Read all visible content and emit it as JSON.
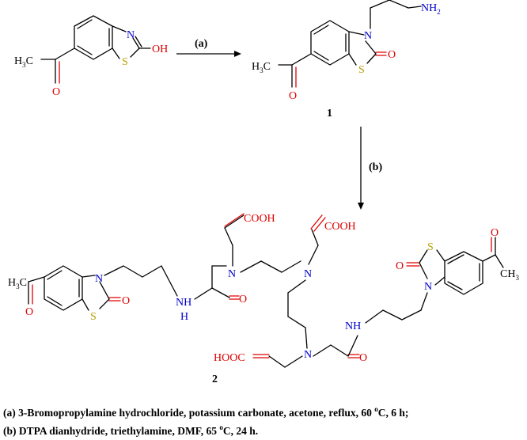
{
  "reagent_a": "(a)",
  "reagent_b": "(b)",
  "compound_1_number": "1",
  "compound_2_number": "2",
  "atoms": {
    "N": "N",
    "NH2": "NH",
    "H2_sub": "2",
    "O": "O",
    "OH": "OH",
    "S": "S",
    "H3C": "H",
    "H3C_sub": "3",
    "H3C_c": "C",
    "CH3": "CH",
    "CH3_sub": "3",
    "COOH": "COOH",
    "HOOC": "HOOC",
    "NH": "NH",
    "H": "H"
  },
  "conditions": {
    "a_text": "(a) 3-Bromopropylamine hydrochloride, potassium carbonate, acetone, reflux, 60",
    "a_deg": "o",
    "a_tail": "C, 6 h;",
    "b_text": "(b) DTPA dianhydride, triethylamine, DMF, 65",
    "b_deg": "o",
    "b_tail": "C, 24 h."
  },
  "colors": {
    "nitrogen": "#0000cc",
    "oxygen": "#dd0000",
    "sulfur": "#b8a000",
    "carbon": "#000000"
  }
}
